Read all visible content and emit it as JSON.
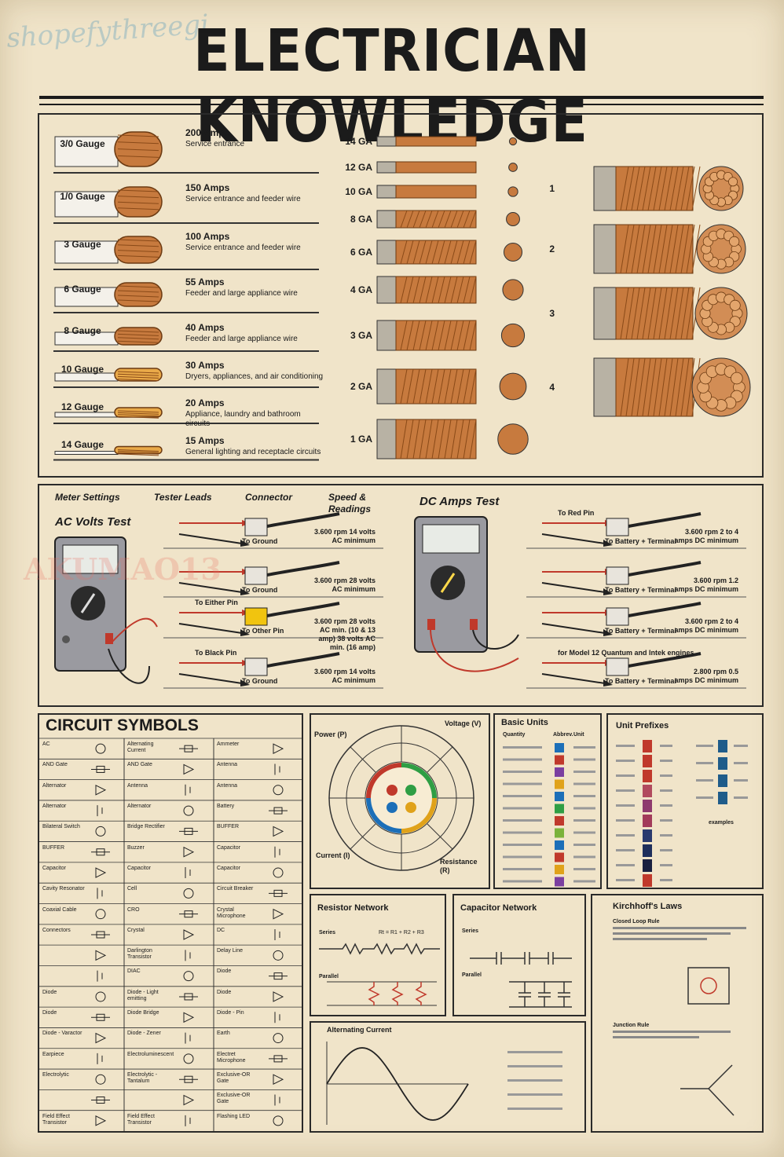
{
  "title": "ELECTRICIAN KNOWLEDGE",
  "watermark_top": "shopefythreegi",
  "watermark_mid": "AKUMAO13",
  "wire_gauges": [
    {
      "gauge": "3/0 Gauge",
      "amps": "200 Amps",
      "desc": "Service entrance"
    },
    {
      "gauge": "1/0 Gauge",
      "amps": "150 Amps",
      "desc": "Service entrance and feeder wire"
    },
    {
      "gauge": "3 Gauge",
      "amps": "100 Amps",
      "desc": "Service entrance and feeder wire"
    },
    {
      "gauge": "6 Gauge",
      "amps": "55 Amps",
      "desc": "Feeder and large appliance wire"
    },
    {
      "gauge": "8 Gauge",
      "amps": "40 Amps",
      "desc": "Feeder and large appliance wire"
    },
    {
      "gauge": "10 Gauge",
      "amps": "30 Amps",
      "desc": "Dryers, appliances, and air conditioning"
    },
    {
      "gauge": "12 Gauge",
      "amps": "20 Amps",
      "desc": "Appliance, laundry and bathroom circuits"
    },
    {
      "gauge": "14 Gauge",
      "amps": "15 Amps",
      "desc": "General lighting and receptacle circuits"
    }
  ],
  "ga_sizes": [
    "14 GA",
    "12 GA",
    "10 GA",
    "8 GA",
    "6 GA",
    "4 GA",
    "3 GA",
    "2 GA",
    "1 GA"
  ],
  "large_sizes": [
    "1",
    "2",
    "3",
    "4"
  ],
  "meter": {
    "headers": [
      "Meter Settings",
      "Tester Leads",
      "Connector",
      "Speed & Readings"
    ],
    "ac_title": "AC Volts Test",
    "dc_title": "DC Amps Test",
    "ac_rows": [
      {
        "top": "",
        "bottom": "To Ground",
        "reading": "3.600 rpm 14 volts AC minimum"
      },
      {
        "top": "",
        "bottom": "To Ground",
        "reading": "3.600 rpm 28 volts AC minimum"
      },
      {
        "top": "To Either Pin",
        "bottom": "To Other Pin",
        "reading": "3.600 rpm 28 volts AC min. (10 & 13 amp) 38 volts AC min. (16 amp)"
      },
      {
        "top": "To Black Pin",
        "bottom": "To Ground",
        "reading": "3.600 rpm 14 volts AC minimum"
      }
    ],
    "dc_rows": [
      {
        "top": "To Red Pin",
        "bottom": "To Battery + Terminal",
        "reading": "3.600 rpm 2 to 4 amps DC minimum"
      },
      {
        "top": "",
        "bottom": "To Battery + Terminal",
        "reading": "3.600 rpm 1.2 amps DC minimum"
      },
      {
        "top": "",
        "bottom": "To Battery + Terminal",
        "reading": "3.600 rpm 2 to 4 amps DC minimum"
      },
      {
        "top": "for Model 12 Quantum and Intek engines",
        "bottom": "To Battery + Terminal",
        "reading": "2.800 rpm 0.5 amps DC minimum"
      }
    ]
  },
  "circuit_symbols": {
    "title": "CIRCUIT SYMBOLS",
    "rows": [
      [
        "AC",
        "Alternating Current",
        "Ammeter"
      ],
      [
        "AND Gate",
        "AND Gate",
        "Antenna"
      ],
      [
        "Alternator",
        "Antenna",
        "Antenna"
      ],
      [
        "Alternator",
        "Alternator",
        "Battery"
      ],
      [
        "Bilateral Switch",
        "Bridge Rectifier",
        "BUFFER"
      ],
      [
        "BUFFER",
        "Buzzer",
        "Capacitor"
      ],
      [
        "Capacitor",
        "Capacitor",
        "Capacitor"
      ],
      [
        "Cavity Resonator",
        "Cell",
        "Circuit Breaker"
      ],
      [
        "Coaxial Cable",
        "CRO",
        "Crystal Microphone"
      ],
      [
        "Connectors",
        "Crystal",
        "DC"
      ],
      [
        "",
        "Darlington Transistor",
        "Delay Line"
      ],
      [
        "",
        "DIAC",
        "Diode"
      ],
      [
        "Diode",
        "Diode - Light emitting",
        "Diode"
      ],
      [
        "Diode",
        "Diode Bridge",
        "Diode - Pin"
      ],
      [
        "Diode - Varactor",
        "Diode - Zener",
        "Earth"
      ],
      [
        "Earpiece",
        "Electroluminescent",
        "Electret Microphone"
      ],
      [
        "Electrolytic",
        "Electrolytic - Tantalum",
        "Exclusive-OR Gate"
      ],
      [
        "",
        "",
        "Exclusive-OR Gate"
      ],
      [
        "Field Effect Transistor",
        "Field Effect Transistor",
        "Flashing LED"
      ]
    ]
  },
  "ohms_wheel": {
    "labels": [
      "Power (P)",
      "Voltage (V)",
      "Current (I)",
      "Resistance (R)"
    ]
  },
  "basic_units": {
    "title": "Basic Units",
    "columns": [
      "Quantity",
      "Abbrev.",
      "Unit"
    ]
  },
  "unit_prefixes": {
    "title": "Unit Prefixes",
    "examples_label": "examples"
  },
  "resistor_network": {
    "title": "Resistor Network",
    "series": "Series",
    "parallel": "Parallel",
    "formula": "Rt = R1 + R2 + R3"
  },
  "capacitor_network": {
    "title": "Capacitor Network",
    "series": "Series",
    "parallel": "Parallel"
  },
  "kirchhoff": {
    "title": "Kirchhoff's Laws",
    "loop": "Closed Loop Rule",
    "junction": "Junction Rule"
  },
  "alternating_current": {
    "title": "Alternating Current"
  },
  "colors": {
    "copper": "#c77a3e",
    "wire_light": "#e9a948",
    "ink": "#1b1b1b",
    "paper": "#f0e4c9",
    "accent_red": "#c0392b"
  }
}
